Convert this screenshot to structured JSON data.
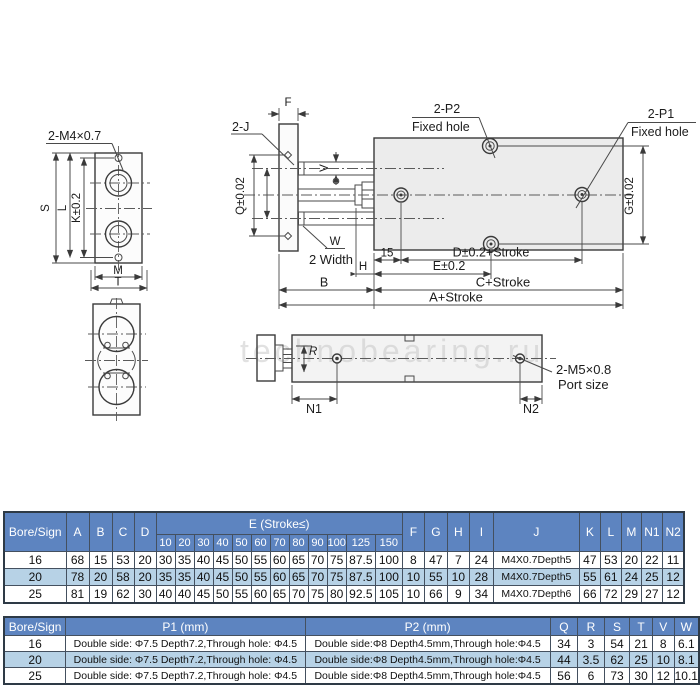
{
  "colors": {
    "header_blue": "#5d84c0",
    "row_highlight": "#b7d2e6",
    "body_fill": "#ececec",
    "line": "#3a3a3a"
  },
  "drawing": {
    "watermark": "technobearing.ru",
    "front_view": {
      "thread_label": "2-M4×0.7",
      "dim_s": "S",
      "dim_l": "L",
      "dim_k": "K±0.2",
      "dim_m": "M",
      "dim_t": "T"
    },
    "main_view": {
      "dim_f": "F",
      "j_label": "2-J",
      "p2_label": "2-P2",
      "p2_sub": "Fixed hole",
      "p1_label": "2-P1",
      "p1_sub": "Fixed hole",
      "dim_q": "Q±0.02",
      "dim_g": "G±0.02",
      "dim_v": "V",
      "w_label": "W",
      "w_sub": "2 Width",
      "dim_15": "15",
      "dim_d": "D±0.2+Stroke",
      "dim_e": "E±0.2",
      "dim_h": "H",
      "dim_b": "B",
      "dim_c": "C+Stroke",
      "dim_a": "A+Stroke"
    },
    "side_view": {
      "dim_r": "R",
      "dim_n1": "N1",
      "dim_n2": "N2",
      "port_label": "2-M5×0.8",
      "port_sub": "Port size"
    }
  },
  "table1": {
    "headers": {
      "bore": "Bore/Sign",
      "a": "A",
      "b": "B",
      "c": "C",
      "d": "D",
      "e_group": "E (Stroke≤)",
      "strokes": [
        "10",
        "20",
        "30",
        "40",
        "50",
        "60",
        "70",
        "80",
        "90",
        "100",
        "125",
        "150"
      ],
      "f": "F",
      "g": "G",
      "h": "H",
      "i": "I",
      "j": "J",
      "k": "K",
      "l": "L",
      "m": "M",
      "n1": "N1",
      "n2": "N2"
    },
    "rows": [
      {
        "highlight": false,
        "cells": [
          "16",
          "68",
          "15",
          "53",
          "20",
          "30",
          "35",
          "40",
          "45",
          "50",
          "55",
          "60",
          "65",
          "70",
          "75",
          "87.5",
          "100",
          "8",
          "47",
          "7",
          "24",
          "M4X0.7Depth5",
          "47",
          "53",
          "20",
          "22",
          "11"
        ]
      },
      {
        "highlight": true,
        "cells": [
          "20",
          "78",
          "20",
          "58",
          "20",
          "35",
          "35",
          "40",
          "45",
          "50",
          "55",
          "60",
          "65",
          "70",
          "75",
          "87.5",
          "100",
          "10",
          "55",
          "10",
          "28",
          "M4X0.7Depth5",
          "55",
          "61",
          "24",
          "25",
          "12"
        ]
      },
      {
        "highlight": false,
        "cells": [
          "25",
          "81",
          "19",
          "62",
          "30",
          "40",
          "40",
          "45",
          "50",
          "55",
          "60",
          "65",
          "70",
          "75",
          "80",
          "92.5",
          "105",
          "10",
          "66",
          "9",
          "34",
          "M4X0.7Depth6",
          "66",
          "72",
          "29",
          "27",
          "12"
        ]
      }
    ]
  },
  "table2": {
    "headers": {
      "bore": "Bore/Sign",
      "p1": "P1 (mm)",
      "p2": "P2 (mm)",
      "q": "Q",
      "r": "R",
      "s": "S",
      "t": "T",
      "v": "V",
      "w": "W"
    },
    "rows": [
      {
        "highlight": false,
        "cells": [
          "16",
          "Double side: Φ7.5 Depth7.2,Through hole: Φ4.5",
          "Double side:Φ8 Depth4.5mm,Through hole:Φ4.5",
          "34",
          "3",
          "54",
          "21",
          "8",
          "6.1"
        ]
      },
      {
        "highlight": true,
        "cells": [
          "20",
          "Double side: Φ7.5 Depth7.2,Through hole: Φ4.5",
          "Double side:Φ8 Depth4.5mm,Through hole:Φ4.5",
          "44",
          "3.5",
          "62",
          "25",
          "10",
          "8.1"
        ]
      },
      {
        "highlight": false,
        "cells": [
          "25",
          "Double side: Φ7.5 Depth7.2,Through hole: Φ4.5",
          "Double side:Φ8 Depth4.5mm,Through hole:Φ4.5",
          "56",
          "6",
          "73",
          "30",
          "12",
          "10.1"
        ]
      }
    ]
  }
}
